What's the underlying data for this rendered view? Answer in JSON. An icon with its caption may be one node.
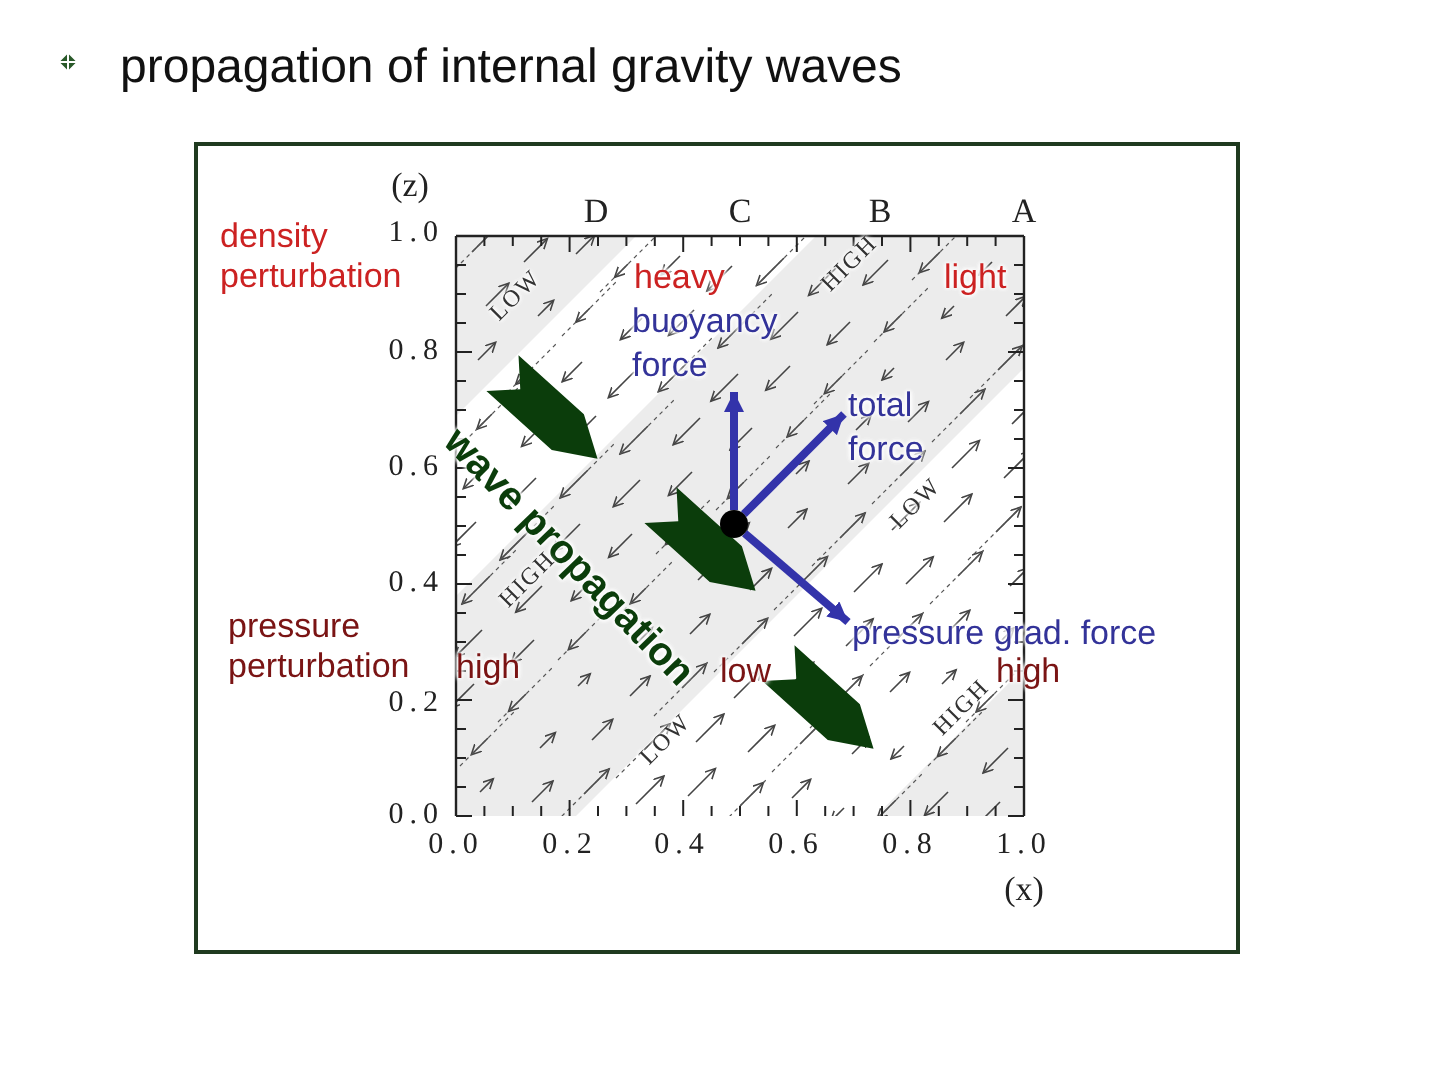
{
  "diagram": {
    "title": "propagation of internal gravity waves",
    "nodes": [
      {
        "text": [],
        "shape": "circle"
      },
      {
        "text": [
          "buoyancy force"
        ]
      },
      {
        "text": [
          "total force"
        ]
      },
      {
        "text": [
          "pressure grad. force"
        ]
      }
    ],
    "edges": [
      {
        "from": 0,
        "to": 1,
        "arrow": "to"
      },
      {
        "from": 0,
        "to": 2,
        "arrow": "to"
      },
      {
        "from": 0,
        "to": 3,
        "arrow": "to"
      }
    ],
    "labels": [
      "(z)",
      "D",
      "C",
      "B",
      "A",
      "density perturbation",
      "1.0",
      "heavy",
      "LOW",
      "HIGH",
      "light",
      "0.8",
      "0.6",
      "wave propagation",
      "LOW",
      "0.4",
      "HIGH",
      "pressure perturbation",
      "high",
      "low",
      "high",
      "0.2",
      "LOW",
      "HIGH",
      "0.0",
      "0.0",
      "0.2",
      "0.4",
      "0.6",
      "0.8",
      "1.0",
      "(x)"
    ]
  }
}
